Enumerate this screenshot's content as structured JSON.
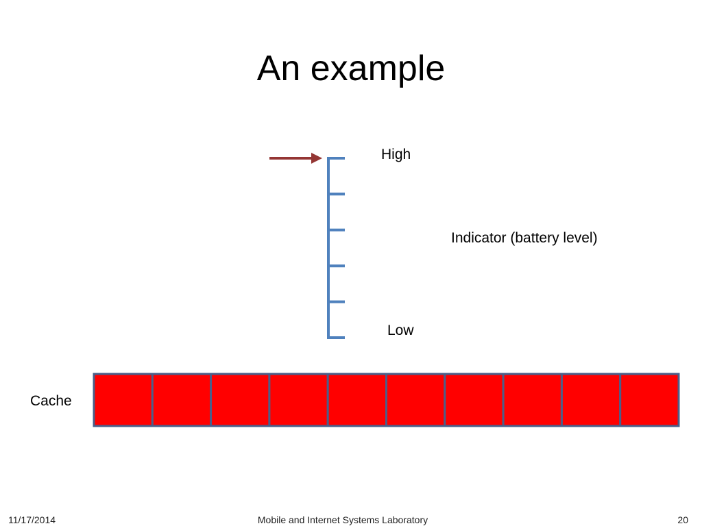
{
  "slide": {
    "title": "An example"
  },
  "indicator": {
    "high_label": "High",
    "low_label": "Low",
    "description": "Indicator (battery level)",
    "levels": 6,
    "current_level_index": 0,
    "scale_color": "#4f81bd",
    "pointer_color": "#943634"
  },
  "cache": {
    "label": "Cache",
    "block_count": 10,
    "block_fill": "#ff0000",
    "block_border": "#4a5f8a"
  },
  "footer": {
    "date": "11/17/2014",
    "center": "Mobile and Internet Systems Laboratory",
    "page": "20"
  }
}
